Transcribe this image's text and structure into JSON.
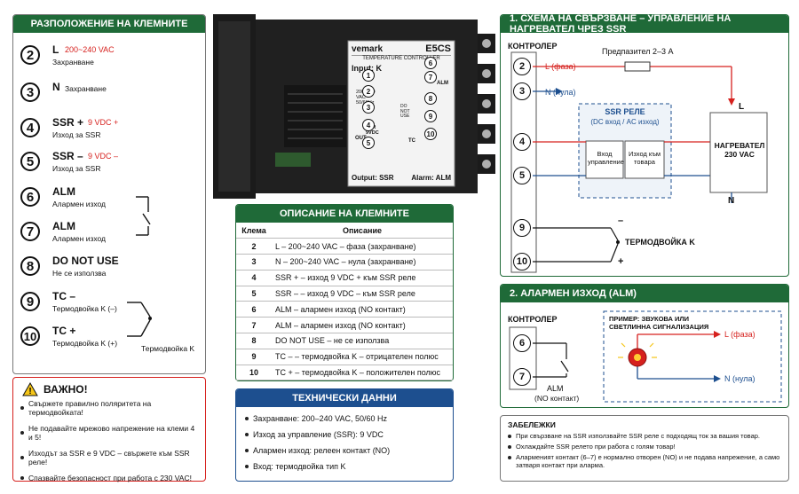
{
  "left": {
    "title": "РАЗПОЛОЖЕНИЕ НА КЛЕМНИТЕ",
    "terminals": [
      {
        "num": "2",
        "name": "L",
        "v": "200~240 VAC",
        "sub": "Захранване"
      },
      {
        "num": "3",
        "name": "N",
        "v": "",
        "sub": "Захранване"
      },
      {
        "num": "4",
        "name": "SSR +",
        "v": "9 VDC +",
        "sub": "Изход за SSR"
      },
      {
        "num": "5",
        "name": "SSR –",
        "v": "9 VDC –",
        "sub": "Изход за SSR"
      },
      {
        "num": "6",
        "name": "ALM",
        "v": "",
        "sub": "Алармен изход"
      },
      {
        "num": "7",
        "name": "ALM",
        "v": "",
        "sub": "Алармен изход"
      },
      {
        "num": "8",
        "name": "DO NOT USE",
        "v": "",
        "sub": "Не се използва"
      },
      {
        "num": "9",
        "name": "TC –",
        "v": "",
        "sub": "Термодвойка K (–)"
      },
      {
        "num": "10",
        "name": "TC +",
        "v": "",
        "sub": "Термодвойка K (+)"
      }
    ],
    "tc_label": "Термодвойка K",
    "warn_title": "ВАЖНО!",
    "warnings": [
      "Свържете правилно поляритета на термодвойката!",
      "Не подавайте мрежово напрежение на клеми 4 и 5!",
      "Изходът за SSR е 9 VDC – свържете към SSR реле!",
      "Спазвайте безопасност при работа с 230 VAC!"
    ]
  },
  "device": {
    "brand": "vemark",
    "model": "E5CS",
    "subtitle": "TEMPERATURE CONTROLLER",
    "input": "Input:",
    "input_val": "K",
    "volt": "200~240 VAC~ 50/60Hz",
    "dnu": "DO NOT USE",
    "ssr": "SSR 9VDC",
    "out": "OUT",
    "tc": "TC",
    "alm": "ALM",
    "output": "Output: SSR",
    "alarm": "Alarm: ALM",
    "nums": [
      "1",
      "2",
      "3",
      "4",
      "5",
      "6",
      "7",
      "8",
      "9",
      "10"
    ]
  },
  "desc": {
    "title": "ОПИСАНИЕ НА КЛЕМНИТЕ",
    "col1": "Клема",
    "col2": "Описание",
    "rows": [
      {
        "k": "2",
        "d": "L – 200~240 VAC – фаза (захранване)"
      },
      {
        "k": "3",
        "d": "N – 200~240 VAC – нула (захранване)"
      },
      {
        "k": "4",
        "d": "SSR + – изход 9 VDC + към SSR реле"
      },
      {
        "k": "5",
        "d": "SSR – – изход 9 VDC – към SSR реле"
      },
      {
        "k": "6",
        "d": "ALM – алармен изход (NO контакт)"
      },
      {
        "k": "7",
        "d": "ALM – алармен изход (NO контакт)"
      },
      {
        "k": "8",
        "d": "DO NOT USE – не се използва"
      },
      {
        "k": "9",
        "d": "TC – – термодвойка K – отрицателен полюс"
      },
      {
        "k": "10",
        "d": "TC + – термодвойка K – положителен полюс"
      }
    ]
  },
  "tech": {
    "title": "ТЕХНИЧЕСКИ ДАННИ",
    "items": [
      "Захранване: 200–240 VAC, 50/60 Hz",
      "Изход за управление (SSR): 9 VDC",
      "Алармен изход: релеен контакт (NO)",
      "Вход: термодвойка тип K"
    ]
  },
  "scheme1": {
    "title": "1. СХЕМА НА СВЪРЗВАНЕ – УПРАВЛЕНИЕ НА НАГРЕВАТЕЛ ЧРЕЗ SSR",
    "controller": "КОНТРОЛЕР",
    "fuse": "Предпазител 2–3 А",
    "l": "L (фаза)",
    "n": "N (нула)",
    "ssr_title": "SSR РЕЛЕ",
    "ssr_sub": "(DC вход / AC изход)",
    "ssr_in": "Вход управление",
    "ssr_out": "Изход към товара",
    "heater": "НАГРЕВАТЕЛ 230 VAC",
    "L": "L",
    "N": "N",
    "tc": "ТЕРМОДВОЙКА K",
    "minus": "–",
    "plus": "+",
    "nums": [
      "2",
      "3",
      "4",
      "5",
      "9",
      "10"
    ]
  },
  "scheme2": {
    "title": "2. АЛАРМЕН ИЗХОД (ALM)",
    "controller": "КОНТРОЛЕР",
    "example": "ПРИМЕР: ЗВУКОВА ИЛИ СВЕТЛИННА СИГНАЛИЗАЦИЯ",
    "l": "L (фаза)",
    "n": "N (нула)",
    "alm": "ALM",
    "no": "(NO контакт)",
    "nums": [
      "6",
      "7"
    ]
  },
  "notes": {
    "title": "ЗАБЕЛЕЖКИ",
    "items": [
      "При свързване на SSR използвайте SSR реле с подходящ ток за вашия товар.",
      "Охлаждайте SSR релето при работа с голям товар!",
      "Алармeният контакт (6–7) е нормално отворен (NO) и не подава напрежение, а само затваря контакт при аларма."
    ]
  },
  "colors": {
    "green": "#1f6a38",
    "blue": "#1d4f8f",
    "red": "#d6211e"
  }
}
